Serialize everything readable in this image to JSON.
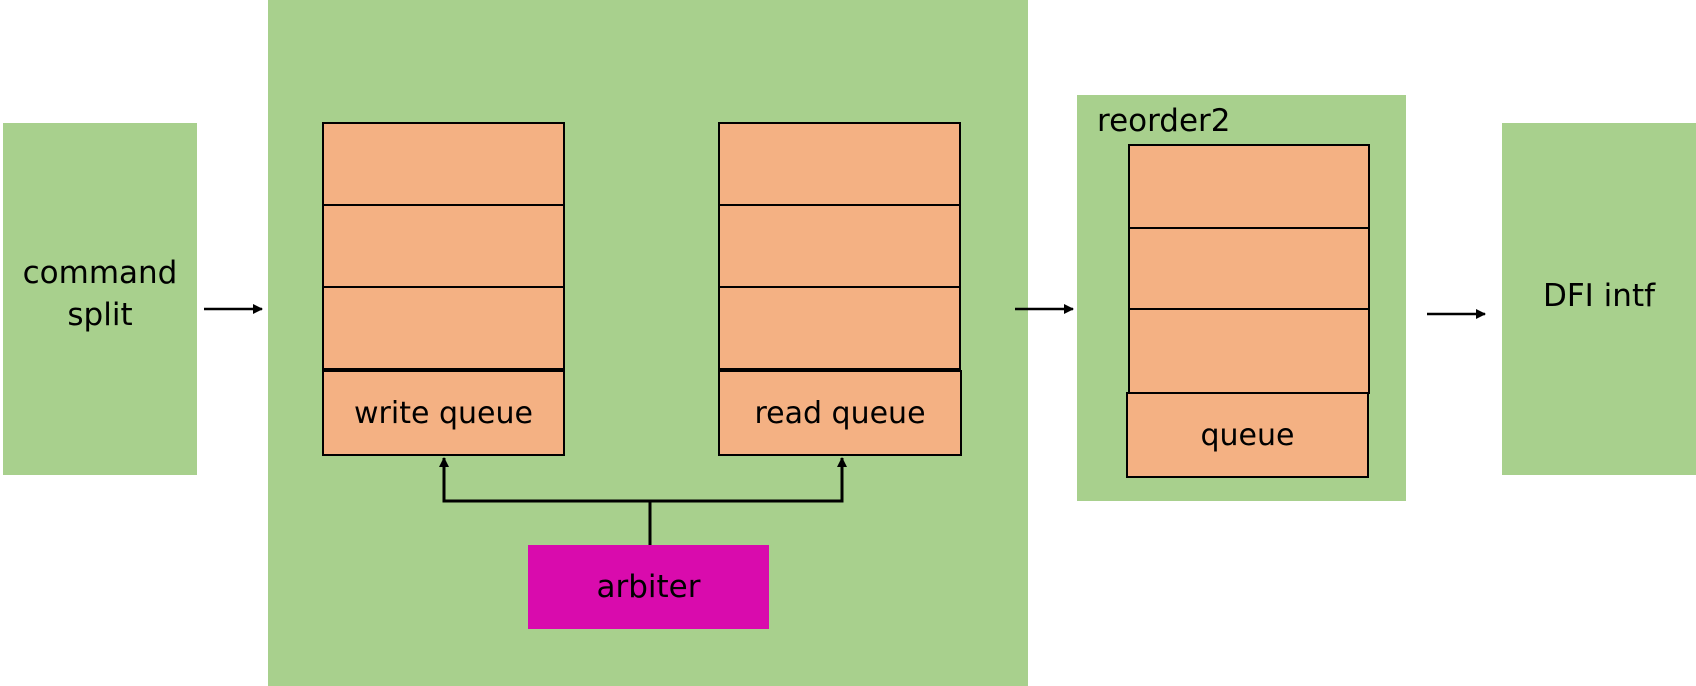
{
  "diagram": {
    "command_split": {
      "label": "command\nsplit"
    },
    "scheduler": {
      "write_queue": {
        "label": "write queue"
      },
      "read_queue": {
        "label": "read queue"
      },
      "arbiter": {
        "label": "arbiter"
      }
    },
    "reorder": {
      "title": "reorder2",
      "queue": {
        "label": "queue"
      }
    },
    "dfi_intf": {
      "label": "DFI intf"
    }
  },
  "colors": {
    "block_fill": "#a8d08d",
    "queue_fill": "#f4b183",
    "arbiter_fill": "#d90bad",
    "line": "#000000"
  }
}
